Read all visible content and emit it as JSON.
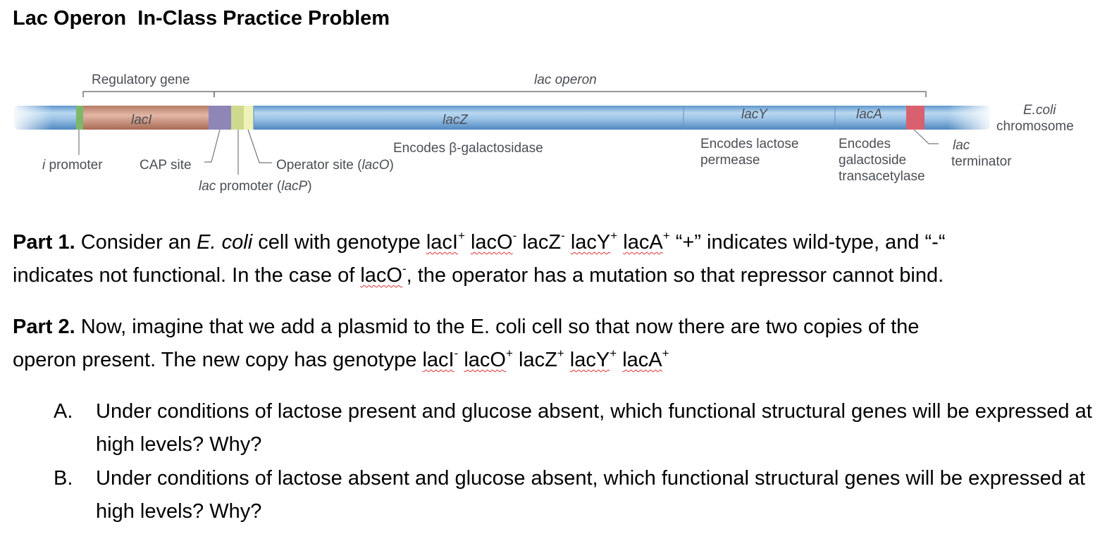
{
  "title": "Lac Operon  In-Class Practice Problem",
  "diagram": {
    "regulatory_gene": "Regulatory gene",
    "lac_operon": "lac operon",
    "ecoli_1": "E.coli",
    "ecoli_2": "chromosome",
    "gene_lacI": "lacI",
    "gene_lacZ": "lacZ",
    "gene_lacY": "lacY",
    "gene_lacA": "lacA",
    "i_promoter_i": "i",
    "i_promoter_rest": " promoter",
    "cap_site": "CAP site",
    "operator_prefix": "Operator site (",
    "operator_it": "lacO",
    "operator_suffix": ")",
    "lac_promoter_it1": "lac",
    "lac_promoter_mid": " promoter (",
    "lac_promoter_it2": "lacP",
    "lac_promoter_suffix": ")",
    "encodes_bgal": "Encodes β-galactosidase",
    "encodes_perm_1": "Encodes lactose",
    "encodes_perm_2": "permease",
    "encodes_trans_1": "Encodes",
    "encodes_trans_2": "galactoside",
    "encodes_trans_3": "transacetylase",
    "lac_term_1": "lac",
    "lac_term_2": "terminator"
  },
  "part1": {
    "label": "Part 1.",
    "t1": "  Consider an ",
    "ecoli": "E. coli",
    "t2": " cell with genotype ",
    "g_lacI": "lacI",
    "g_lacI_sup": "+",
    "g_lacO": "lacO",
    "g_lacO_sup": "-",
    "g_lacZ": "lacZ",
    "g_lacZ_sup": "-",
    "g_lacY": "lacY",
    "g_lacY_sup": "+",
    "g_lacA": "lacA",
    "g_lacA_sup": "+",
    "t3": "  “+” indicates wild-type, and “-“",
    "l2a": "indicates not functional.  In the case of ",
    "l2_lacO": "lacO",
    "l2_sup": "-",
    "l2b": ", the operator has a mutation so that repressor cannot bind."
  },
  "part2": {
    "label": "Part 2.",
    "t1": "  Now, imagine that we add a plasmid to the E. coli cell so that now there are two copies of the",
    "l2a": "operon present.  The new copy has genotype ",
    "g_lacI": "lacI",
    "g_lacI_sup": "-",
    "g_lacO": "lacO",
    "g_lacO_sup": "+",
    "g_lacZ": "lacZ",
    "g_lacZ_sup": "+",
    "g_lacY": "lacY",
    "g_lacY_sup": "+",
    "g_lacA": "lacA",
    "g_lacA_sup": "+"
  },
  "questions": [
    {
      "letter": "A.",
      "text": "Under conditions of lactose present and glucose absent, which functional structural genes will be expressed at high levels?  Why?"
    },
    {
      "letter": "B.",
      "text": "Under conditions of lactose absent and glucose absent, which functional structural genes will be expressed at high levels?  Why?"
    }
  ],
  "colors": {
    "chromosome": "#7fb0dc",
    "lacI": "#c9927f",
    "cap_site": "#8f86b8",
    "lac_promoter": "#cfd98e",
    "terminator": "#d9606e",
    "i_promoter": "#7db86a"
  }
}
